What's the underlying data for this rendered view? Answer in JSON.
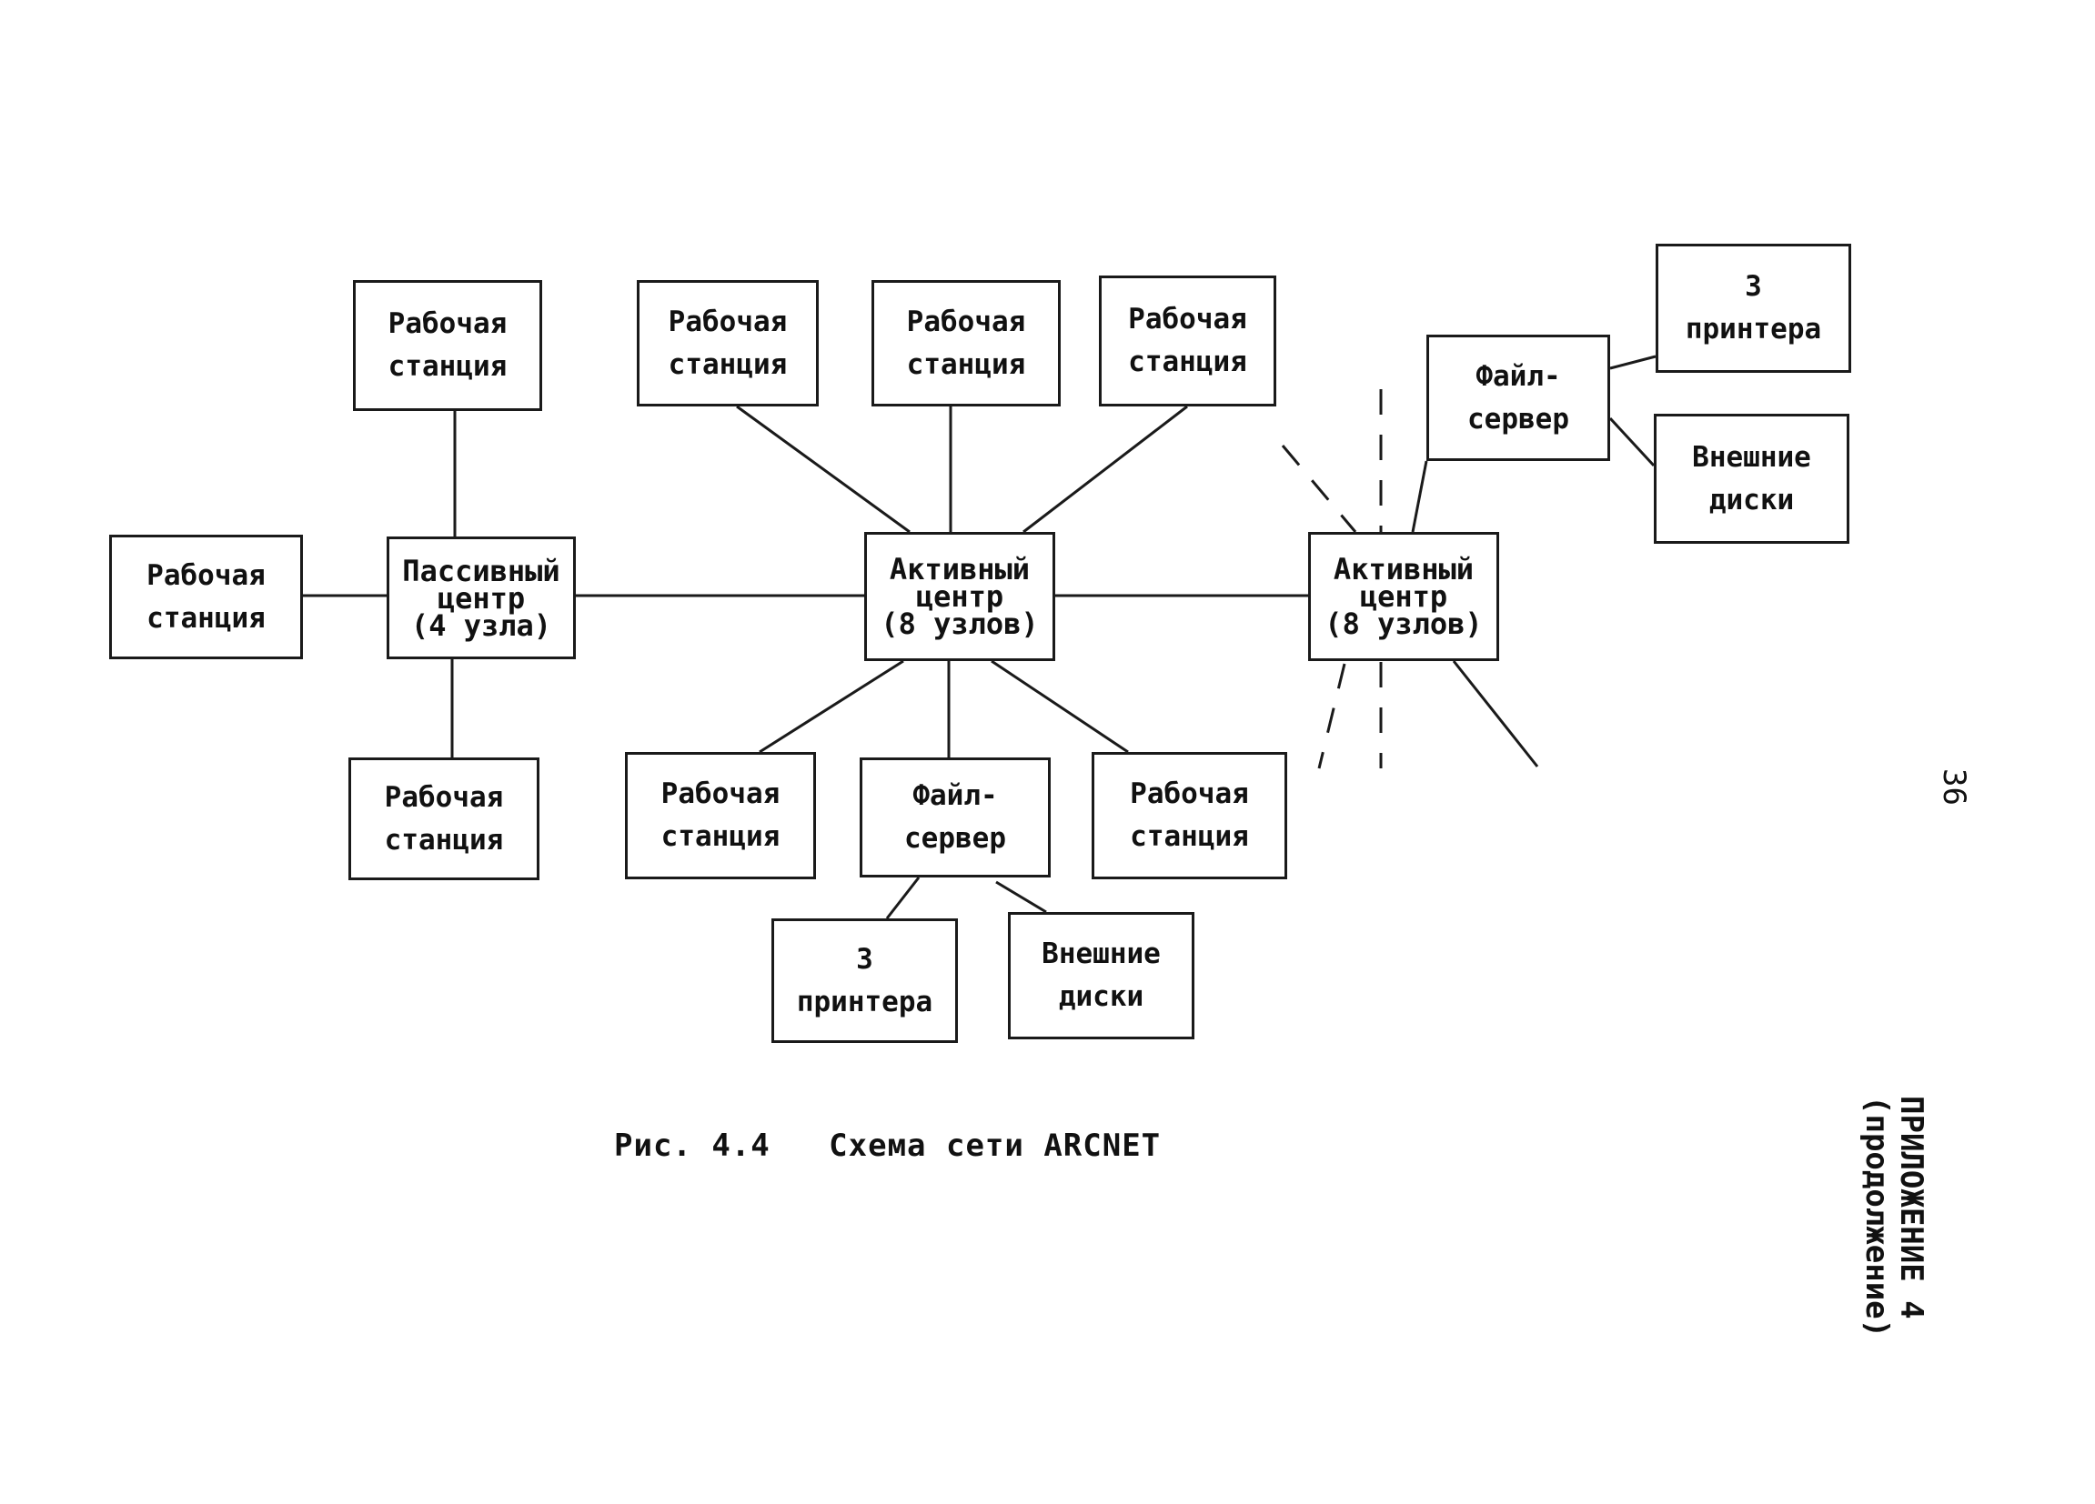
{
  "nodes": {
    "ws_top_left": "Рабочая\nстанция",
    "ws_top_1": "Рабочая\nстанция",
    "ws_top_2": "Рабочая\nстанция",
    "ws_top_3": "Рабочая\nстанция",
    "ws_left": "Рабочая\nстанция",
    "passive_hub": "Пассивный\nцентр\n(4 узла)",
    "active_hub_center": "Активный\nцентр\n(8 узлов)",
    "active_hub_right": "Активный\nцентр\n(8 узлов)",
    "ws_bottom_left": "Рабочая\nстанция",
    "ws_bottom_1": "Рабочая\nстанция",
    "file_server_center": "Файл-\nсервер",
    "ws_bottom_3": "Рабочая\nстанция",
    "printers_center": "3\nпринтера",
    "disks_center": "Внешние\nдиски",
    "file_server_right": "Файл-\nсервер",
    "printers_right": "3\nпринтера",
    "disks_right": "Внешние\nдиски"
  },
  "caption": "Рис. 4.4   Схема сети ARCNET",
  "side_label": {
    "title": "ПРИЛОЖЕНИЕ 4",
    "note": "(продолжение)"
  },
  "page_number": "36"
}
